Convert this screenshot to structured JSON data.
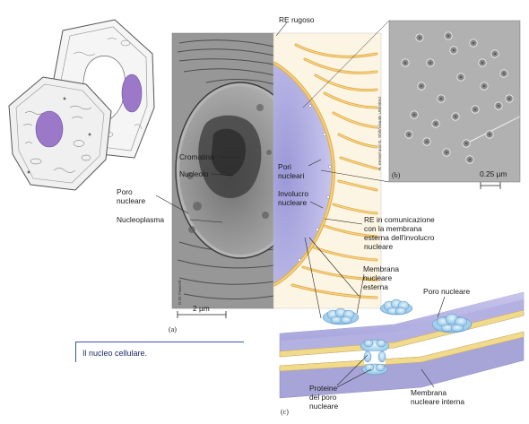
{
  "labels": {
    "re_rugoso": "RE rugoso",
    "cromatina": "Cromatina",
    "nucleolo": "Nucleolo",
    "poro_nucleare_line1": "Poro",
    "poro_nucleare_line2": "nucleare",
    "nucleoplasma": "Nucleoplasma",
    "pori_nucleari_line1": "Pori",
    "pori_nucleari_line2": "nucleari",
    "involucro_line1": "Involucro",
    "involucro_line2": "nucleare",
    "re_comunicazione_line1": "RE in comunicazione",
    "re_comunicazione_line2": "con la membrana",
    "re_comunicazione_line3": "esterna dell'involucro",
    "re_comunicazione_line4": "nucleare",
    "membrana_esterna_line1": "Membrana",
    "membrana_esterna_line2": "nucleare",
    "membrana_esterna_line3": "esterna",
    "poro_nucleare_c": "Poro nucleare",
    "proteine_line1": "Proteine",
    "proteine_line2": "del poro",
    "proteine_line3": "nucleare",
    "membrana_interna_line1": "Membrana",
    "membrana_interna_line2": "nucleare interna"
  },
  "panels": {
    "a": "(a)",
    "b": "(b)",
    "c": "(c)"
  },
  "scale_bars": {
    "a": "2 µm",
    "b": "0.25 µm"
  },
  "credits": {
    "fawcett": "D.W. Fawcett",
    "kessel": "R. Kessel and G. Shih/Visuals Unlimited"
  },
  "caption": "Il nucleo cellulare.",
  "colors": {
    "membrane_purple": "#b9b7e6",
    "membrane_gold": "#f2c86a",
    "nucleus_purple": "#9b78c8",
    "pore_blue": "#a9d3ef",
    "caption_blue": "#3a56a6"
  }
}
